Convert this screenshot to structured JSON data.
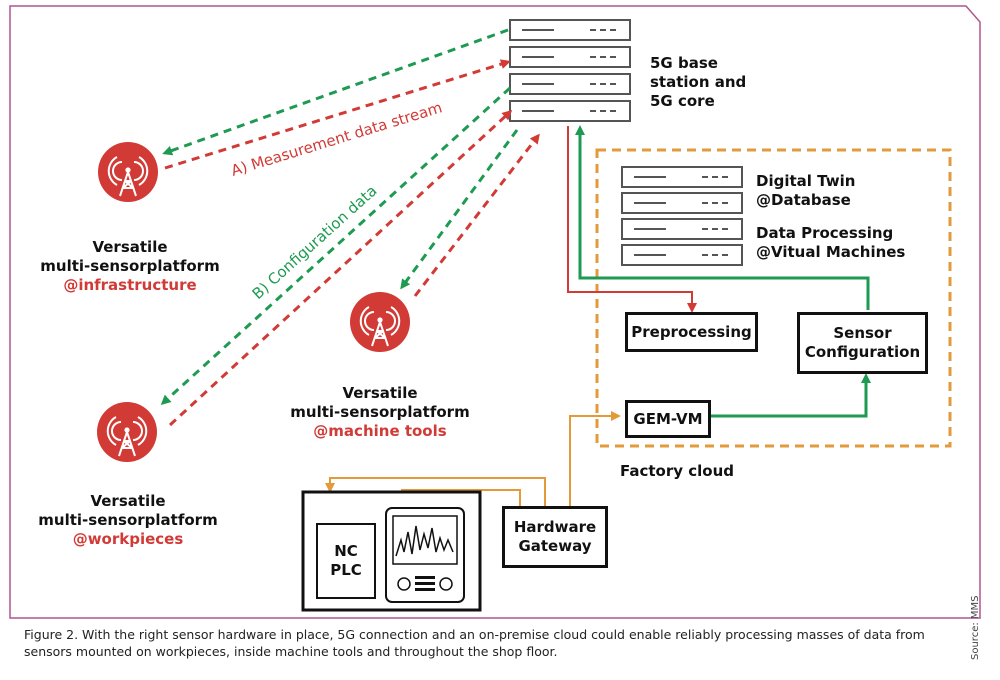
{
  "base_station": {
    "label_lines": [
      "5G base",
      "station and",
      "5G core"
    ]
  },
  "servers": {
    "line1": "Digital Twin",
    "line2": "@Database",
    "line3": "Data Processing",
    "line4": "@Vitual Machines"
  },
  "streams": {
    "measurement": "A) Measurement data stream",
    "configuration": "B) Configuration data"
  },
  "platforms": {
    "infrastructure": {
      "line1": "Versatile",
      "line2": "multi-sensorplatform",
      "tag": "@infrastructure"
    },
    "machine_tools": {
      "line1": "Versatile",
      "line2": "multi-sensorplatform",
      "tag": "@machine tools"
    },
    "workpieces": {
      "line1": "Versatile",
      "line2": "multi-sensorplatform",
      "tag": "@workpieces"
    }
  },
  "boxes": {
    "preprocessing": "Preprocessing",
    "sensor_config_line1": "Sensor",
    "sensor_config_line2": "Configuration",
    "gem_vm": "GEM-VM",
    "hw_gateway_line1": "Hardware",
    "hw_gateway_line2": "Gateway",
    "nc_plc_line1": "NC",
    "nc_plc_line2": "PLC"
  },
  "factory_cloud_label": "Factory cloud",
  "caption": "Figure 2. With the right sensor hardware in place, 5G connection and an on-premise cloud could enable reliably processing masses of data from sensors mounted on workpieces, inside machine tools and throughout the shop floor.",
  "source": "Source: MMS",
  "colors": {
    "frame": "#b0568f",
    "red": "#d23a36",
    "green": "#1e9a52",
    "orange": "#e39a3b",
    "dark": "#111111",
    "server_stroke": "#555555"
  }
}
